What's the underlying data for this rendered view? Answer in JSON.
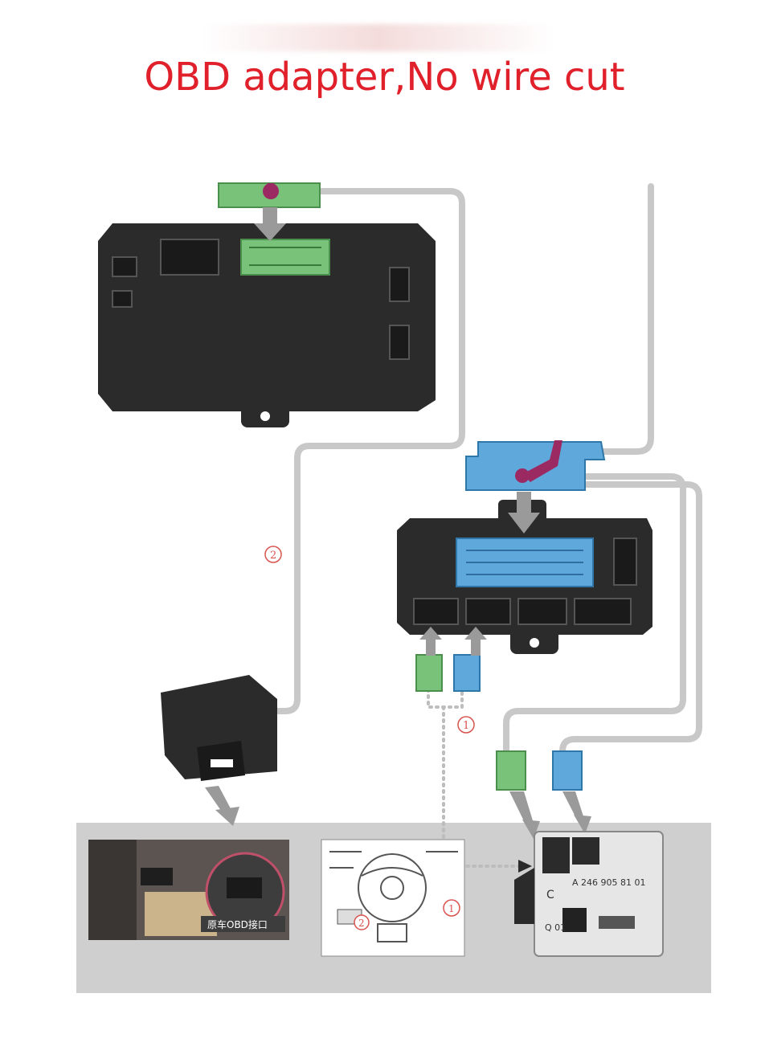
{
  "header": {
    "title": "OBD adapter,No wire cut",
    "title_color": "#e0202a"
  },
  "steps": {
    "step1_marker": "1",
    "step2_marker": "2",
    "marker_color": "#d9534f"
  },
  "photo_labels": {
    "obd_port_label": "原车OBD接口",
    "module_part_number": "A 246 905 81 01",
    "module_letter": "C",
    "module_code": "Q 01"
  },
  "colors": {
    "wire": "#c8c8c8",
    "module_body": "#2b2b2b",
    "green_connector": "#79c27a",
    "blue_connector": "#5fa8dc",
    "arrow": "#9a9a9a",
    "bottom_panel": "#cfcfcf"
  },
  "icons": [
    "obd-plug-icon",
    "steering-wheel-icon",
    "ignition-module-icon",
    "arrow-down-icon"
  ]
}
